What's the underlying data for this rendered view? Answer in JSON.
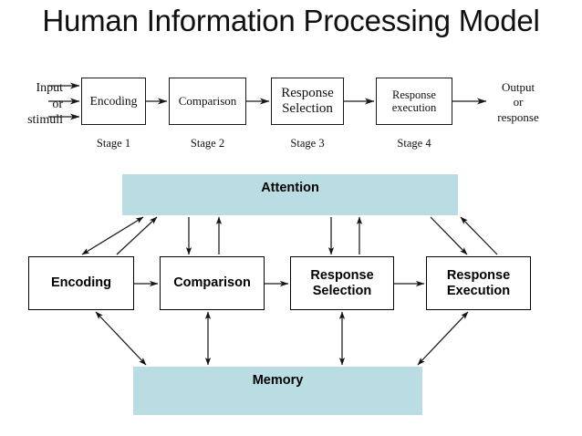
{
  "slide": {
    "title": "Human Information Processing Model",
    "background_color": "#ffffff",
    "band_color": "#b9dde2",
    "line_color": "#1a1a1a"
  },
  "top_flow": {
    "input_label": {
      "line1": "Input",
      "line2": "or",
      "line3": "stimuli"
    },
    "stages": [
      {
        "box_label": "Encoding",
        "stage_label": "Stage 1"
      },
      {
        "box_label": "Comparison",
        "stage_label": "Stage 2"
      },
      {
        "box_label": "Response\nSelection",
        "stage_label": "Stage 3"
      },
      {
        "box_label": "Response\nexecution",
        "stage_label": "Stage 4"
      }
    ],
    "stage3_line1": "Response",
    "stage3_line2": "Selection",
    "stage4_line1": "Response",
    "stage4_line2": "execution",
    "output_label": {
      "line1": "Output",
      "line2": "or",
      "line3": "response"
    }
  },
  "model": {
    "attention_band": "Attention",
    "memory_band": "Memory",
    "boxes": [
      {
        "line1": "Encoding",
        "line2": ""
      },
      {
        "line1": "Comparison",
        "line2": ""
      },
      {
        "line1": "Response",
        "line2": "Selection"
      },
      {
        "line1": "Response",
        "line2": "Execution"
      }
    ]
  }
}
